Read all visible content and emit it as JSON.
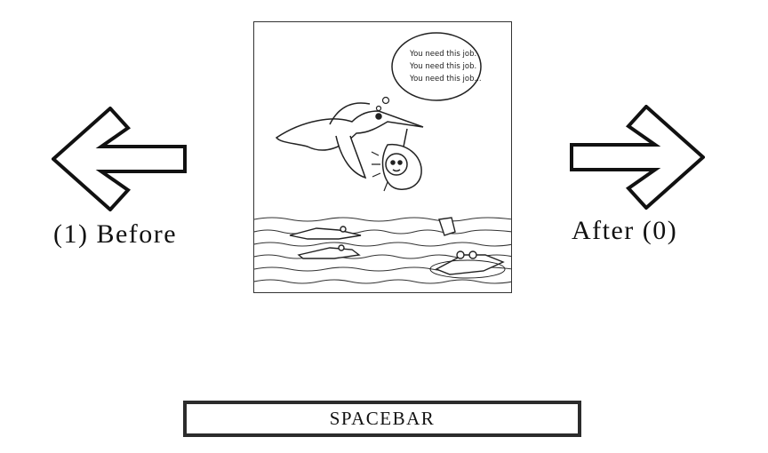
{
  "navigation": {
    "before_label": "(1) Before",
    "after_label": "After (0)",
    "left_icon": "arrow-left-outline",
    "right_icon": "arrow-right-outline"
  },
  "cartoon": {
    "thought_lines": [
      "You need this job.",
      "You need this job.",
      "You need this job..."
    ]
  },
  "spacebar": {
    "label": "SPACEBAR"
  }
}
